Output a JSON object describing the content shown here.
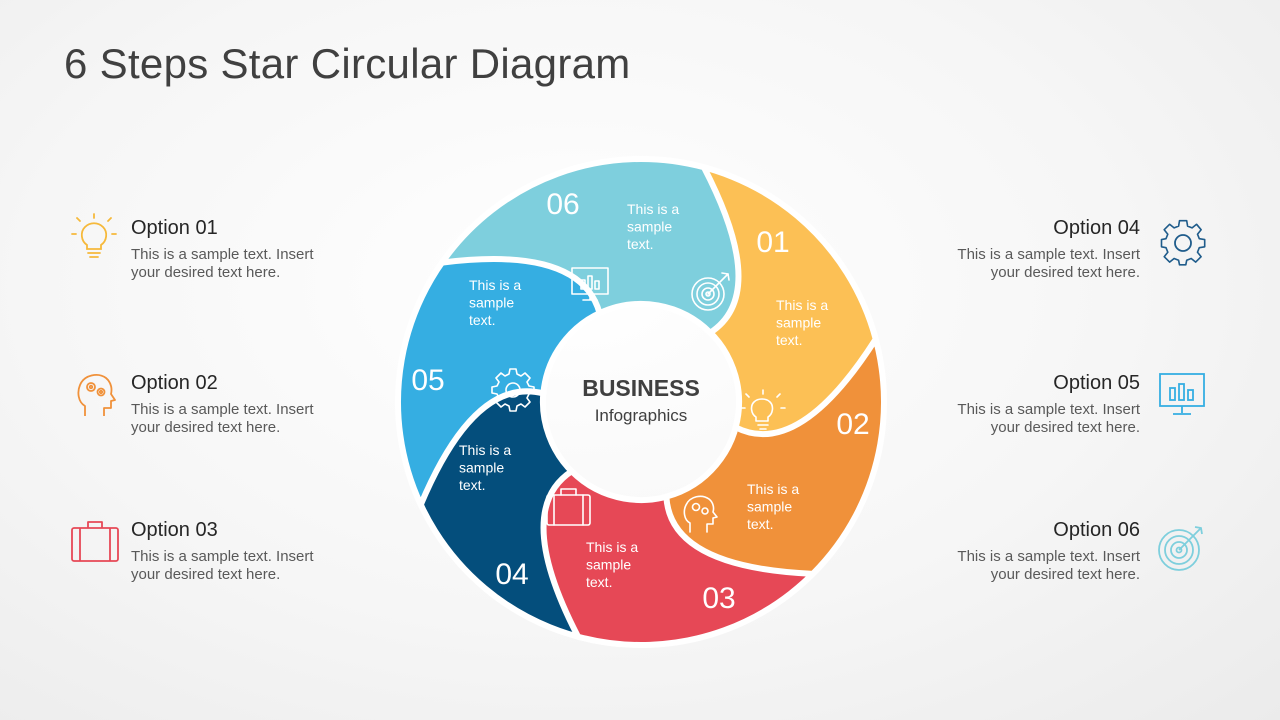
{
  "title": "6 Steps Star Circular Diagram",
  "center": {
    "main": "BUSINESS",
    "sub": "Infographics"
  },
  "colors": {
    "step01": "#fcc055",
    "step02": "#f0913a",
    "step03": "#e64856",
    "step04": "#044e7c",
    "step05": "#35aee2",
    "step06": "#7ecfdd"
  },
  "segments": [
    {
      "number": "01",
      "text": [
        "This is a",
        "sample",
        "text."
      ],
      "icon": "lightbulb-icon"
    },
    {
      "number": "02",
      "text": [
        "This is a",
        "sample",
        "text."
      ],
      "icon": "head-gears-icon"
    },
    {
      "number": "03",
      "text": [
        "This is a",
        "sample",
        "text."
      ],
      "icon": "briefcase-icon"
    },
    {
      "number": "04",
      "text": [
        "This is a",
        "sample",
        "text."
      ],
      "icon": "gear-icon"
    },
    {
      "number": "05",
      "text": [
        "This is a",
        "sample",
        "text."
      ],
      "icon": "monitor-chart-icon"
    },
    {
      "number": "06",
      "text": [
        "This is a",
        "sample",
        "text."
      ],
      "icon": "target-icon"
    }
  ],
  "options": [
    {
      "title": "Option 01",
      "desc": "This is a sample text. Insert your desired text here.",
      "icon": "lightbulb-icon"
    },
    {
      "title": "Option 02",
      "desc": "This is a sample text. Insert your desired text here.",
      "icon": "head-gears-icon"
    },
    {
      "title": "Option 03",
      "desc": "This is a sample text. Insert your desired text here.",
      "icon": "briefcase-icon"
    },
    {
      "title": "Option 04",
      "desc": "This is a sample text. Insert your desired text here.",
      "icon": "gear-icon"
    },
    {
      "title": "Option 05",
      "desc": "This is a sample text. Insert your desired text here.",
      "icon": "monitor-chart-icon"
    },
    {
      "title": "Option 06",
      "desc": "This is a sample text. Insert your desired text here.",
      "icon": "target-icon"
    }
  ]
}
